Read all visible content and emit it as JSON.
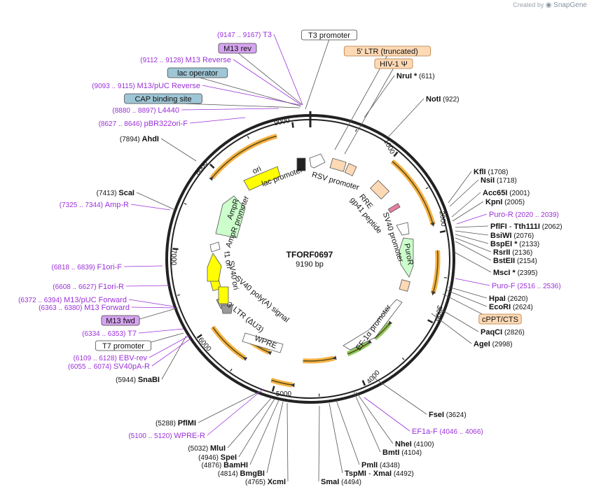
{
  "watermark": {
    "prefix": "Created by",
    "brand": "SnapGene"
  },
  "plasmid": {
    "name": "TFORF0697",
    "size": "9190 bp",
    "total_bp": 9190
  },
  "colors": {
    "backbone": "#222222",
    "enzyme_line": "#555555",
    "primer": "#9b30d9",
    "feature_orange": "#f5a623",
    "feature_green": "#7bc142",
    "feature_yellow": "#ffff00",
    "feature_mint": "#ccffcc",
    "peach_fill": "#fdd9b5",
    "blue_fill": "#9fc6d6",
    "purple_fill": "#d6a4f0"
  },
  "tick_labels": [
    "1000",
    "2000",
    "3000",
    "4000",
    "5000",
    "6000",
    "7000",
    "8000",
    "9000"
  ],
  "enzymes_right": [
    {
      "name": "NruI",
      "star": true,
      "pos": "(611)"
    },
    {
      "name": "NotI",
      "star": false,
      "pos": "(922)"
    },
    {
      "name": "KflI",
      "star": false,
      "pos": "(1708)"
    },
    {
      "name": "NsiI",
      "star": false,
      "pos": "(1718)"
    },
    {
      "name": "Acc65I",
      "star": false,
      "pos": "(2001)"
    },
    {
      "name": "KpnI",
      "star": false,
      "pos": "(2005)"
    },
    {
      "name": "PflFI",
      "star": false,
      "pos": "(2062)",
      "alt": "Tth111I"
    },
    {
      "name": "BsiWI",
      "star": false,
      "pos": "(2076)"
    },
    {
      "name": "BspEI",
      "star": true,
      "pos": "(2133)"
    },
    {
      "name": "RsrII",
      "star": false,
      "pos": "(2136)"
    },
    {
      "name": "BstEII",
      "star": false,
      "pos": "(2154)"
    },
    {
      "name": "MscI",
      "star": true,
      "pos": "(2395)"
    },
    {
      "name": "HpaI",
      "star": false,
      "pos": "(2620)"
    },
    {
      "name": "EcoRI",
      "star": false,
      "pos": "(2624)"
    },
    {
      "name": "PaqCI",
      "star": false,
      "pos": "(2826)"
    },
    {
      "name": "AgeI",
      "star": false,
      "pos": "(2998)"
    },
    {
      "name": "FseI",
      "star": false,
      "pos": "(3624)"
    },
    {
      "name": "NheI",
      "star": false,
      "pos": "(4100)"
    },
    {
      "name": "BmtI",
      "star": false,
      "pos": "(4104)"
    },
    {
      "name": "PmlI",
      "star": false,
      "pos": "(4348)"
    },
    {
      "name": "TspMI",
      "star": false,
      "pos": "(4492)",
      "alt": "XmaI"
    },
    {
      "name": "SmaI",
      "star": false,
      "pos": "(4494)"
    }
  ],
  "enzymes_left": [
    {
      "name": "AhdI",
      "pos": "(7894)"
    },
    {
      "name": "ScaI",
      "pos": "(7413)"
    },
    {
      "name": "SnaBI",
      "pos": "(5944)"
    },
    {
      "name": "PflMI",
      "pos": "(5288)"
    },
    {
      "name": "MluI",
      "pos": "(5032)"
    },
    {
      "name": "SpeI",
      "pos": "(4946)"
    },
    {
      "name": "BamHI",
      "pos": "(4876)"
    },
    {
      "name": "BmgBI",
      "pos": "(4814)"
    },
    {
      "name": "XcmI",
      "pos": "(4765)"
    }
  ],
  "primers_left": [
    {
      "name": "T3",
      "range": "(9147 .. 9167)"
    },
    {
      "name": "M13 Reverse",
      "range": "(9112 .. 9128)"
    },
    {
      "name": "M13/pUC Reverse",
      "range": "(9093 .. 9115)"
    },
    {
      "name": "L4440",
      "range": "(8880 .. 8897)"
    },
    {
      "name": "pBR322ori-F",
      "range": "(8627 .. 8646)"
    },
    {
      "name": "Amp-R",
      "range": "(7325 .. 7344)"
    },
    {
      "name": "F1ori-F",
      "range": "(6818 .. 6839)"
    },
    {
      "name": "F1ori-R",
      "range": "(6608 .. 6627)"
    },
    {
      "name": "M13/pUC Forward",
      "range": "(6372 .. 6394)"
    },
    {
      "name": "M13 Forward",
      "range": "(6363 .. 6380)"
    },
    {
      "name": "T7",
      "range": "(6334 .. 6353)"
    },
    {
      "name": "EBV-rev",
      "range": "(6109 .. 6128)"
    },
    {
      "name": "SV40pA-R",
      "range": "(6055 .. 6074)"
    },
    {
      "name": "WPRE-R",
      "range": "(5100 .. 5120)"
    }
  ],
  "primers_right": [
    {
      "name": "Puro-R",
      "range": "(2020 .. 2039)"
    },
    {
      "name": "Puro-F",
      "range": "(2516 .. 2536)"
    },
    {
      "name": "EF1a-F",
      "range": "(4046 .. 4066)"
    }
  ],
  "boxed_labels": [
    {
      "text": "T3 promoter",
      "style": "white"
    },
    {
      "text": "M13 rev",
      "style": "purple"
    },
    {
      "text": "lac operator",
      "style": "blue"
    },
    {
      "text": "CAP binding site",
      "style": "blue"
    },
    {
      "text": "M13 fwd",
      "style": "purple"
    },
    {
      "text": "T7 promoter",
      "style": "white"
    },
    {
      "text": "5' LTR (truncated)",
      "style": "peach"
    },
    {
      "text": "HIV-1 Ψ",
      "style": "peach"
    },
    {
      "text": "cPPT/CTS",
      "style": "peach"
    }
  ],
  "inner_features": [
    {
      "text": "lac promoter"
    },
    {
      "text": "RSV promoter"
    },
    {
      "text": "RRE"
    },
    {
      "text": "gp41 peptide"
    },
    {
      "text": "SV40 promoter"
    },
    {
      "text": "PuroR"
    },
    {
      "text": "EF-1α promoter"
    },
    {
      "text": "WPRE"
    },
    {
      "text": "3' LTR (ΔU3)"
    },
    {
      "text": "SV40 poly(A) signal"
    },
    {
      "text": "f1 ori"
    },
    {
      "text": "SV40 ori"
    },
    {
      "text": "AmpR promoter"
    },
    {
      "text": "AmpR"
    },
    {
      "text": "ori"
    }
  ]
}
